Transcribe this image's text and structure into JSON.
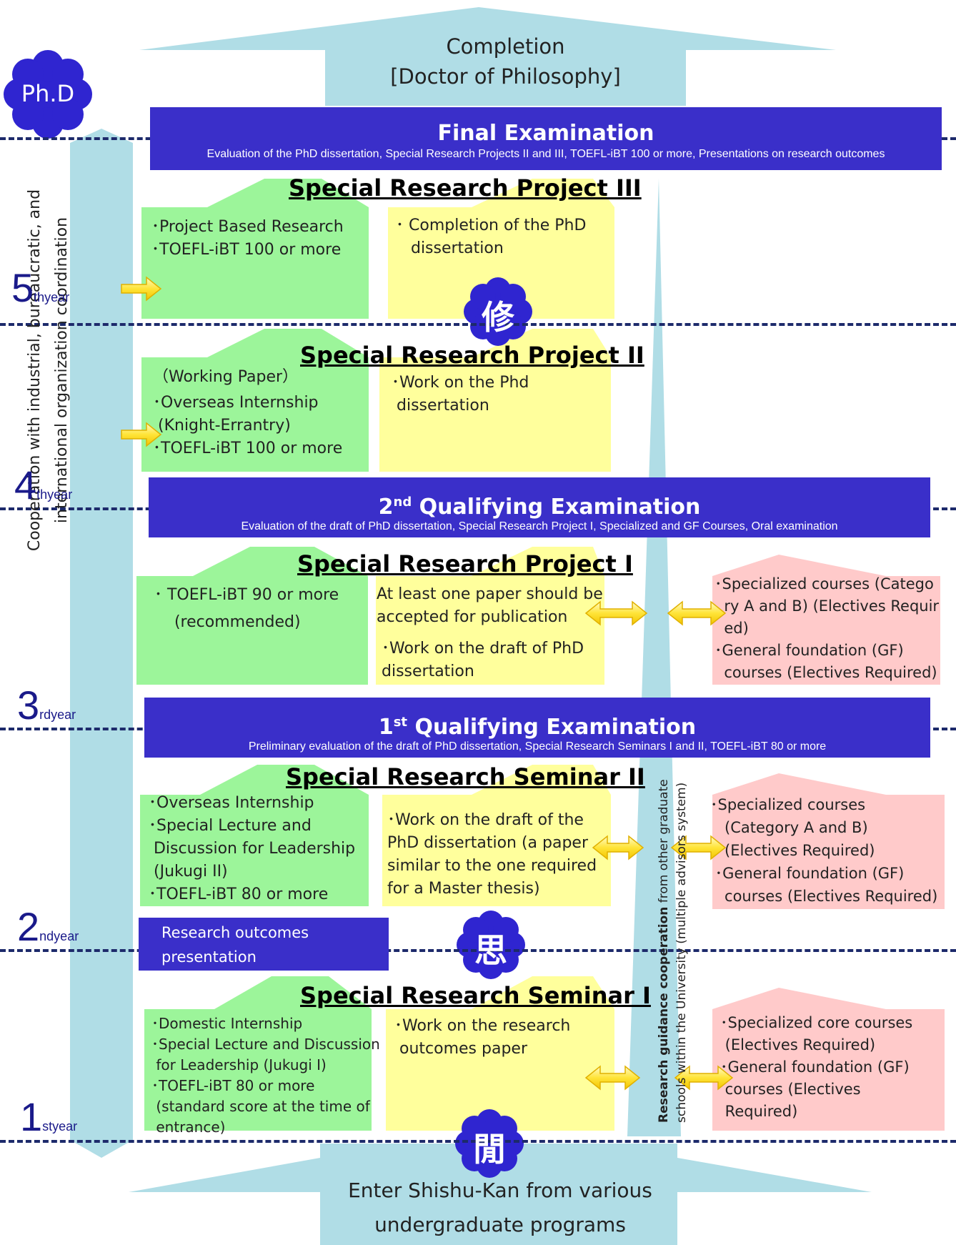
{
  "top": {
    "line1": "Completion",
    "line2": "[Doctor of Philosophy]"
  },
  "bottom": {
    "line1": "Enter Shishu-Kan from various",
    "line2": "undergraduate programs"
  },
  "phd_badge": "Ph.D",
  "kanji": {
    "k1": "修",
    "k2": "思",
    "k3": "閒"
  },
  "left_vertical": {
    "line1": "Cooperation with industrial, bureaucratic, and",
    "line2": "international organization coordination"
  },
  "right_vertical": {
    "bold": "Research guidance cooperation",
    "rest": " from other graduate",
    "line2": "schools within the University (multiple advisors system)"
  },
  "years": [
    {
      "num": "5",
      "suffix": "thyear"
    },
    {
      "num": "4",
      "suffix": "thyear"
    },
    {
      "num": "3",
      "suffix": "rdyear"
    },
    {
      "num": "2",
      "suffix": "ndyear"
    },
    {
      "num": "1",
      "suffix": "styear"
    }
  ],
  "banners": {
    "final": {
      "title": "Final Examination",
      "sub": "Evaluation of the PhD dissertation, Special Research Projects II and III, TOEFL-iBT 100 or more, Presentations on research outcomes"
    },
    "second": {
      "title_num": "2",
      "title_sup": "nd",
      "title_rest": " Qualifying Examination",
      "sub": "Evaluation of the draft of PhD dissertation, Special Research Project I, Specialized and GF Courses, Oral examination"
    },
    "first": {
      "title_num": "1",
      "title_sup": "st",
      "title_rest": " Qualifying Examination",
      "sub": "Preliminary evaluation of the draft of PhD dissertation, Special Research Seminars I and II, TOEFL-iBT 80 or more"
    },
    "research_outcomes": {
      "line1": "Research outcomes",
      "line2": "presentation"
    }
  },
  "sections": {
    "p3": {
      "title": "Special Research Project III",
      "green": [
        "･Project Based Research",
        "･TOEFL-iBT 100 or more"
      ],
      "yellow": [
        "･ Completion of the PhD",
        "   dissertation"
      ]
    },
    "p2": {
      "title": "Special Research Project II",
      "green": [
        "（Working Paper）",
        "･Overseas Internship",
        " (Knight-Errantry)",
        "･TOEFL-iBT 100 or more"
      ],
      "yellow": [
        "･Work on the Phd",
        " dissertation"
      ]
    },
    "p1": {
      "title": "Special Research Project I",
      "green": [
        "･ TOEFL-iBT 90 or more",
        "    (recommended)"
      ],
      "yellow": [
        "At least one paper should be",
        "accepted for publication",
        "",
        " ･Work on the draft of PhD",
        " dissertation"
      ],
      "pink": [
        "･Specialized courses (Catego",
        "  ry A and B) (Electives Requir",
        "  ed)",
        "･General foundation (GF)",
        "  courses (Electives Required)"
      ]
    },
    "s2": {
      "title": "Special Research Seminar II",
      "green": [
        "･Overseas Internship",
        "･Special Lecture and",
        " Discussion for Leadership",
        " (Jukugi II)",
        "･TOEFL-iBT 80 or more"
      ],
      "yellow": [
        "･Work on the draft of the",
        "PhD dissertation (a paper",
        "similar to the one required",
        "for a Master thesis)"
      ],
      "pink": [
        "･Specialized courses",
        "   (Category A and B)",
        "   (Electives Required)",
        " ･General foundation (GF)",
        "   courses (Electives Required)"
      ]
    },
    "s1": {
      "title": "Special Research Seminar I",
      "green": [
        "･Domestic Internship",
        "･Special Lecture and Discussion",
        " for Leadership (Jukugi I)",
        "･TOEFL-iBT 80 or more",
        " (standard score at the time of",
        " entrance)"
      ],
      "yellow": [
        "･Work on the research",
        " outcomes paper"
      ],
      "pink": [
        "･Specialized core courses",
        " (Electives Required)",
        "･General foundation (GF)",
        " courses (Electives",
        " Required)"
      ]
    }
  },
  "colors": {
    "banner": "#3a2fc9",
    "green": "#9cf59a",
    "yellow": "#ffff9c",
    "pink": "#ffcaca",
    "arrow": "#b0dde6",
    "dash": "#1d2a6b"
  }
}
